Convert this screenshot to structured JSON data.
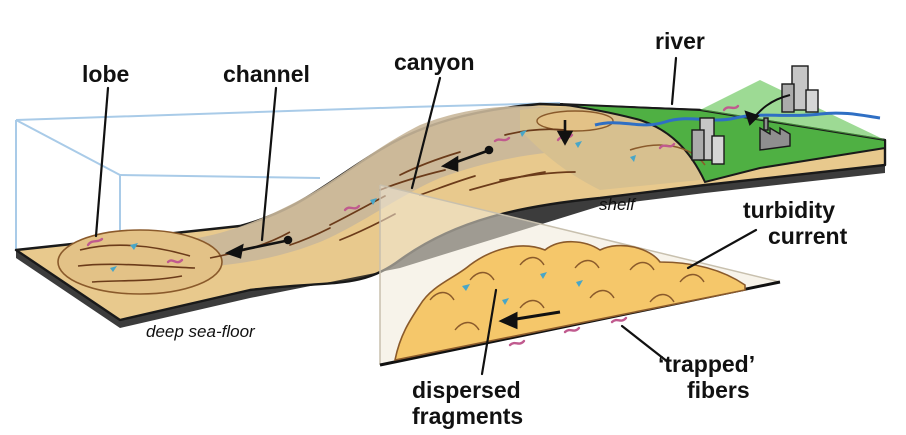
{
  "labels": {
    "lobe": "lobe",
    "channel": "channel",
    "canyon": "canyon",
    "river": "river",
    "shelf": "shelf",
    "deep_sea_floor": "deep sea-floor",
    "turbidity_current_line1": "turbidity",
    "turbidity_current_line2": "current",
    "dispersed_fragments_line1": "dispersed",
    "dispersed_fragments_line2": "fragments",
    "trapped_fibers_line1": "‘trapped’",
    "trapped_fibers_line2": "fibers"
  },
  "colors": {
    "sediment": "#e8c98d",
    "channel_path": "#c9b79a",
    "shelf_land": "#d7c08f",
    "land_green": "#4fb043",
    "river_blue": "#2f6fc4",
    "fiber_pink": "#c05a8e",
    "fragment_blue": "#48a6c8",
    "box_outline": "#a9cbe8",
    "turbidity_cloud": "#f5c76a",
    "building_gray": "#b9b9b9"
  },
  "icons": [
    "building-icon",
    "factory-icon",
    "flow-arrow-icon"
  ]
}
